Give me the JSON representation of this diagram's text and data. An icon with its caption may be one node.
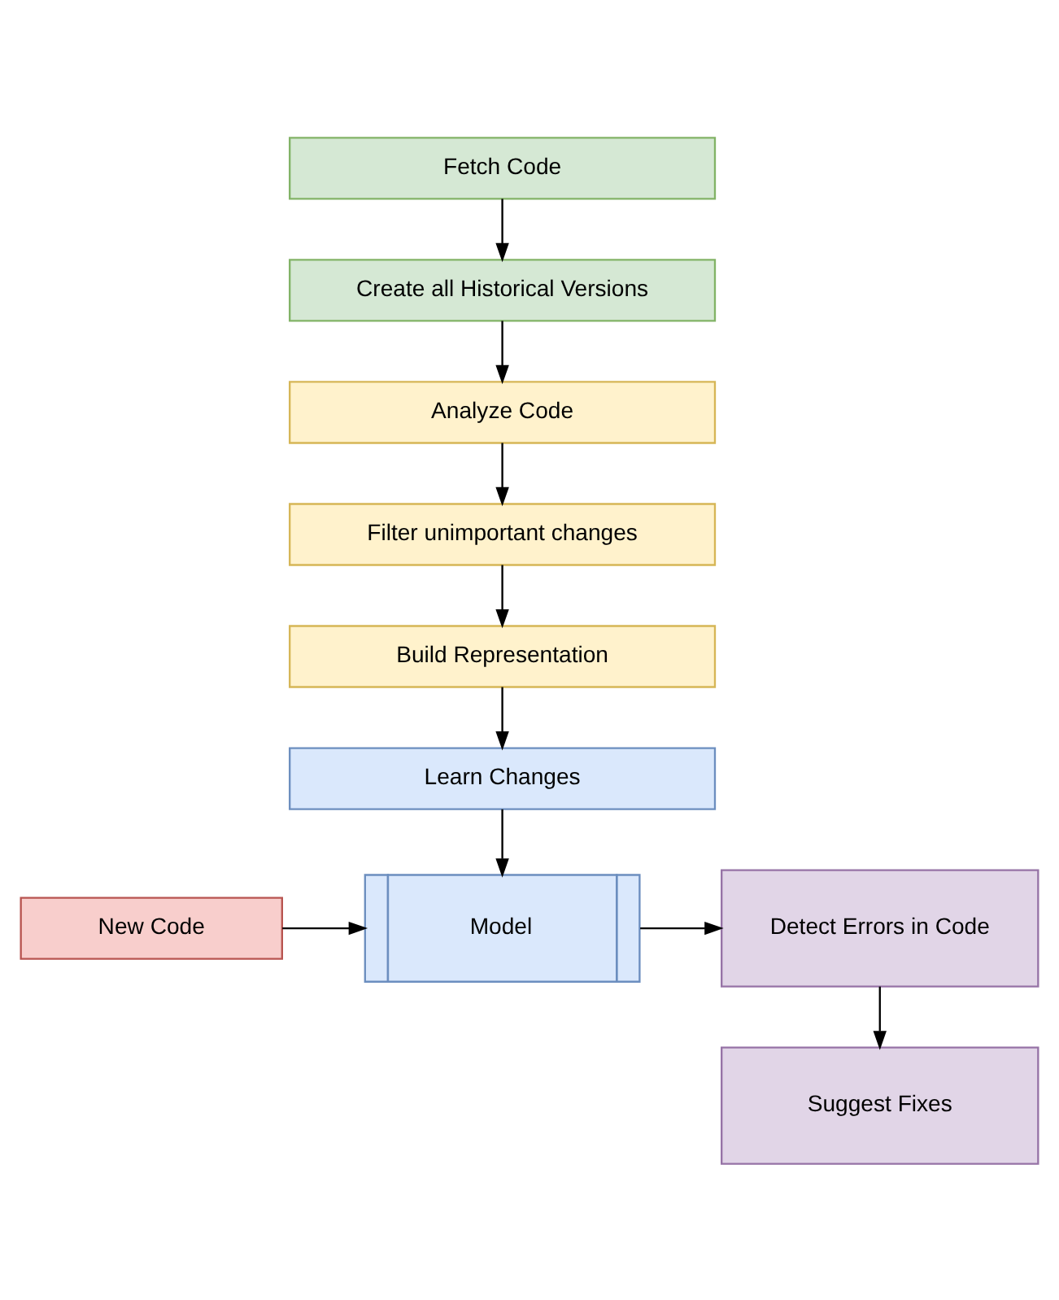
{
  "diagram": {
    "nodes": [
      {
        "text": [
          "Fetch Code"
        ]
      },
      {
        "text": [
          "Create all Historical Versions"
        ]
      },
      {
        "text": [
          "Analyze Code"
        ]
      },
      {
        "text": [
          "Filter unimportant changes"
        ]
      },
      {
        "text": [
          "Build Representation"
        ]
      },
      {
        "text": [
          "Learn Changes"
        ]
      },
      {
        "text": [
          "Model"
        ]
      },
      {
        "text": [
          "New Code"
        ]
      },
      {
        "text": [
          "Detect Errors in Code"
        ]
      },
      {
        "text": [
          "Suggest Fixes"
        ]
      }
    ],
    "edges": [
      {
        "from": 0,
        "to": 1,
        "arrow": "to"
      },
      {
        "from": 1,
        "to": 2,
        "arrow": "to"
      },
      {
        "from": 2,
        "to": 3,
        "arrow": "to"
      },
      {
        "from": 3,
        "to": 4,
        "arrow": "to"
      },
      {
        "from": 4,
        "to": 5,
        "arrow": "to"
      },
      {
        "from": 5,
        "to": 6,
        "arrow": "to"
      },
      {
        "from": 7,
        "to": 6,
        "arrow": "to"
      },
      {
        "from": 6,
        "to": 8,
        "arrow": "to"
      },
      {
        "from": 8,
        "to": 9,
        "arrow": "to"
      }
    ]
  }
}
